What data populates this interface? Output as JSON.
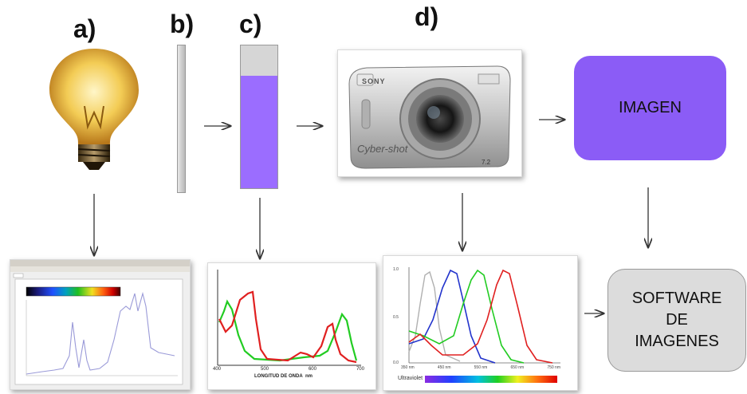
{
  "labels": {
    "a": "a)",
    "b": "b)",
    "c": "c)",
    "d": "d)"
  },
  "imagen_label": "IMAGEN",
  "software_label": [
    "SOFTWARE",
    "DE",
    "IMAGENES"
  ],
  "camera": {
    "brand": "SONY",
    "model": "Cyber-shot",
    "zoom": "7.2"
  },
  "spectrum_c": {
    "xlabel": "LONGITUD DE ONDA",
    "xunit": "nm",
    "ticks": [
      "400",
      "500",
      "600",
      "700"
    ]
  },
  "spectrum_d": {
    "ticks": [
      "350 nm",
      "450 nm",
      "550 nm",
      "650 nm",
      "750 nm"
    ],
    "yticks": [
      "1.0",
      "0.5",
      "0.0"
    ],
    "bar_label": "Ultraviolet"
  },
  "colors": {
    "liquid": "#9b6dff",
    "imagen_fill": "#8b5cf6",
    "software_fill": "#dcdcdc",
    "curve_red": "#e02020",
    "curve_green": "#22cc22",
    "curve_blue": "#2233cc",
    "curve_gray": "#b0b0b0"
  }
}
